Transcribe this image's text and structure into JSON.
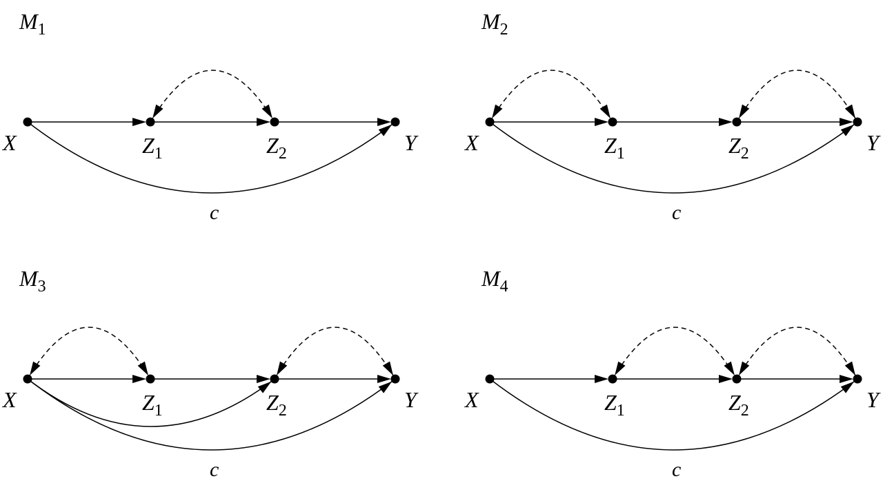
{
  "edge_label": "c",
  "colors": {
    "ink": "#000000",
    "background": "#ffffff"
  },
  "panels": [
    {
      "title": {
        "base": "M",
        "sub": "1"
      },
      "nodes": [
        {
          "id": "X",
          "base": "X",
          "sub": ""
        },
        {
          "id": "Z1",
          "base": "Z",
          "sub": "1"
        },
        {
          "id": "Z2",
          "base": "Z",
          "sub": "2"
        },
        {
          "id": "Y",
          "base": "Y",
          "sub": ""
        }
      ],
      "edges": [
        {
          "from": "X",
          "to": "Z1",
          "kind": "directed",
          "shape": "straight"
        },
        {
          "from": "Z1",
          "to": "Z2",
          "kind": "directed",
          "shape": "straight"
        },
        {
          "from": "Z2",
          "to": "Y",
          "kind": "directed",
          "shape": "straight"
        },
        {
          "from": "X",
          "to": "Y",
          "kind": "directed",
          "shape": "below-wide",
          "label": true
        },
        {
          "from": "Z1",
          "to": "Z2",
          "kind": "bidirected",
          "shape": "above"
        }
      ]
    },
    {
      "title": {
        "base": "M",
        "sub": "2"
      },
      "nodes": [
        {
          "id": "X",
          "base": "X",
          "sub": ""
        },
        {
          "id": "Z1",
          "base": "Z",
          "sub": "1"
        },
        {
          "id": "Z2",
          "base": "Z",
          "sub": "2"
        },
        {
          "id": "Y",
          "base": "Y",
          "sub": ""
        }
      ],
      "edges": [
        {
          "from": "X",
          "to": "Z1",
          "kind": "directed",
          "shape": "straight"
        },
        {
          "from": "Z1",
          "to": "Z2",
          "kind": "directed",
          "shape": "straight"
        },
        {
          "from": "Z2",
          "to": "Y",
          "kind": "directed",
          "shape": "straight"
        },
        {
          "from": "X",
          "to": "Y",
          "kind": "directed",
          "shape": "below-wide",
          "label": true
        },
        {
          "from": "X",
          "to": "Z1",
          "kind": "bidirected",
          "shape": "above"
        },
        {
          "from": "Z2",
          "to": "Y",
          "kind": "bidirected",
          "shape": "above"
        }
      ]
    },
    {
      "title": {
        "base": "M",
        "sub": "3"
      },
      "nodes": [
        {
          "id": "X",
          "base": "X",
          "sub": ""
        },
        {
          "id": "Z1",
          "base": "Z",
          "sub": "1"
        },
        {
          "id": "Z2",
          "base": "Z",
          "sub": "2"
        },
        {
          "id": "Y",
          "base": "Y",
          "sub": ""
        }
      ],
      "edges": [
        {
          "from": "X",
          "to": "Z1",
          "kind": "directed",
          "shape": "straight"
        },
        {
          "from": "Z1",
          "to": "Z2",
          "kind": "directed",
          "shape": "straight"
        },
        {
          "from": "Z2",
          "to": "Y",
          "kind": "directed",
          "shape": "straight"
        },
        {
          "from": "X",
          "to": "Y",
          "kind": "directed",
          "shape": "below-wide",
          "label": true
        },
        {
          "from": "X",
          "to": "Z2",
          "kind": "directed",
          "shape": "below-narrow"
        },
        {
          "from": "X",
          "to": "Z1",
          "kind": "bidirected",
          "shape": "above"
        },
        {
          "from": "Z2",
          "to": "Y",
          "kind": "bidirected",
          "shape": "above"
        }
      ]
    },
    {
      "title": {
        "base": "M",
        "sub": "4"
      },
      "nodes": [
        {
          "id": "X",
          "base": "X",
          "sub": ""
        },
        {
          "id": "Z1",
          "base": "Z",
          "sub": "1"
        },
        {
          "id": "Z2",
          "base": "Z",
          "sub": "2"
        },
        {
          "id": "Y",
          "base": "Y",
          "sub": ""
        }
      ],
      "edges": [
        {
          "from": "X",
          "to": "Z1",
          "kind": "directed",
          "shape": "straight"
        },
        {
          "from": "Z1",
          "to": "Z2",
          "kind": "directed",
          "shape": "straight"
        },
        {
          "from": "Z2",
          "to": "Y",
          "kind": "directed",
          "shape": "straight"
        },
        {
          "from": "X",
          "to": "Y",
          "kind": "directed",
          "shape": "below-wide",
          "label": true
        },
        {
          "from": "Z1",
          "to": "Z2",
          "kind": "bidirected",
          "shape": "above"
        },
        {
          "from": "Z2",
          "to": "Y",
          "kind": "bidirected",
          "shape": "above"
        }
      ]
    }
  ]
}
